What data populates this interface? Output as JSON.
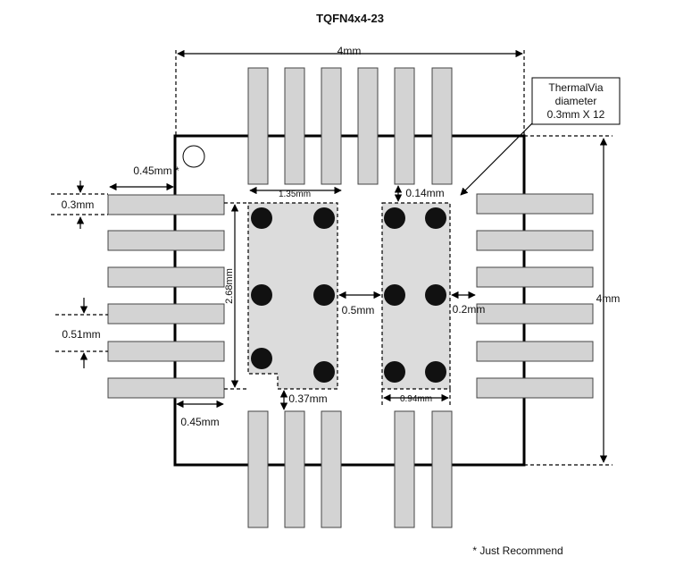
{
  "title": "TQFN4x4-23",
  "labels": {
    "width_top": "4mm",
    "height_right": "4mm",
    "pad_length": "0.45mm *",
    "pad_width": "0.3mm",
    "pitch": "0.51mm",
    "toe_gap": "0.45mm",
    "left_ep_width": "1.35mm",
    "left_ep_height": "2.68mm",
    "ep_gap": "0.5mm",
    "ep_to_pad": "0.2mm",
    "notch": "0.37mm",
    "right_ep_width": "0.94mm",
    "pad_clearance": "0.14mm",
    "thermal_via_line1": "ThermalVia",
    "thermal_via_line2": "diameter",
    "thermal_via_line3": "0.3mm X 12",
    "footnote": "*  Just Recommend"
  },
  "colors": {
    "pad_fill": "#d3d3d3",
    "ep_fill": "#dcdcdc",
    "via": "#111111",
    "outline": "#000000"
  }
}
